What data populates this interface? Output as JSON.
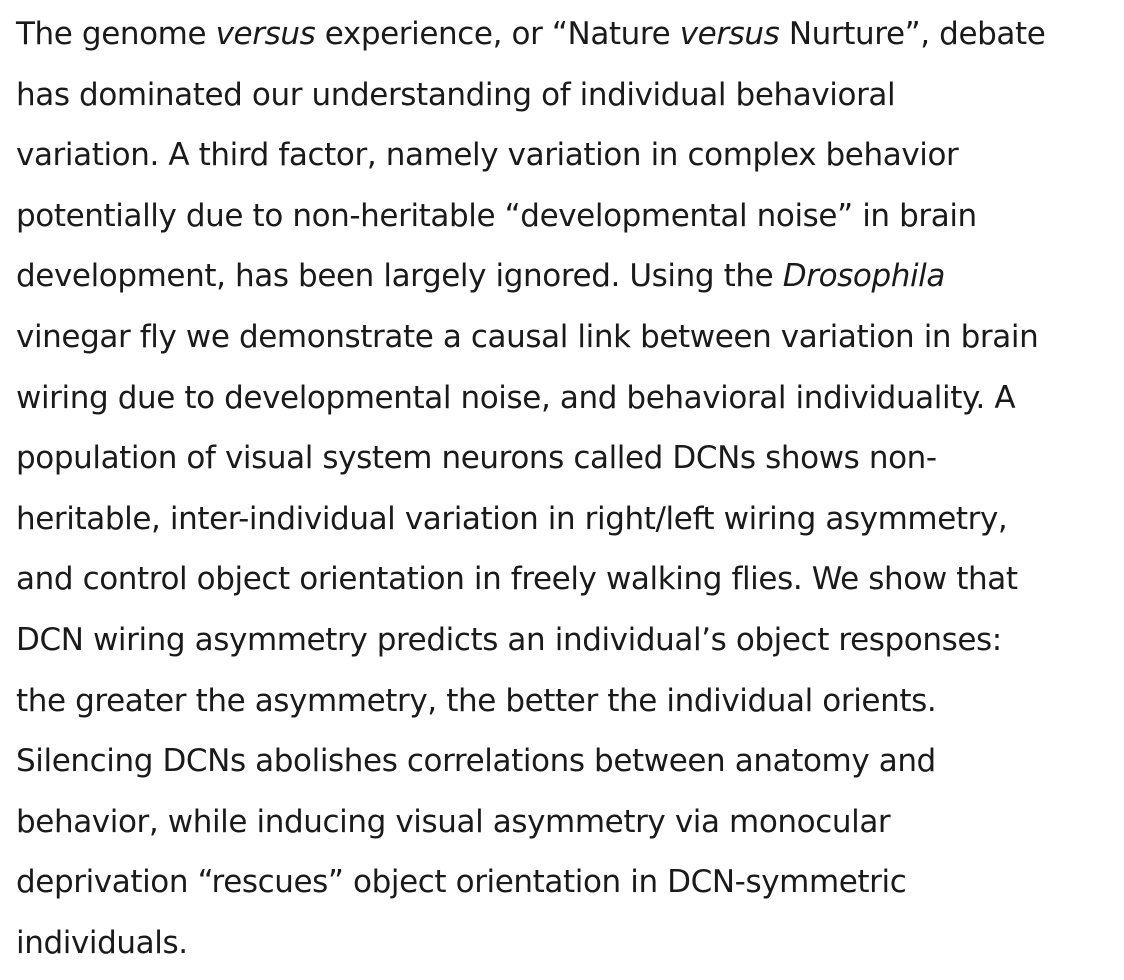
{
  "abstract": {
    "lines": [
      [
        {
          "text": "The genome ",
          "italic": false
        },
        {
          "text": "versus",
          "italic": true
        },
        {
          "text": " experience, or “Nature ",
          "italic": false
        },
        {
          "text": "versus",
          "italic": true
        },
        {
          "text": " Nurture”, debate",
          "italic": false
        }
      ],
      [
        {
          "text": "has dominated our understanding of individual behavioral",
          "italic": false
        }
      ],
      [
        {
          "text": "variation. A third factor, namely variation in complex behavior",
          "italic": false
        }
      ],
      [
        {
          "text": "potentially due to non-heritable “developmental noise” in brain",
          "italic": false
        }
      ],
      [
        {
          "text": "development, has been largely ignored. Using the ",
          "italic": false
        },
        {
          "text": "Drosophila",
          "italic": true
        }
      ],
      [
        {
          "text": "vinegar fly we demonstrate a causal link between variation in brain",
          "italic": false
        }
      ],
      [
        {
          "text": "wiring due to developmental noise, and behavioral individuality. A",
          "italic": false
        }
      ],
      [
        {
          "text": "population of visual system neurons called DCNs shows non-",
          "italic": false
        }
      ],
      [
        {
          "text": "heritable, inter-individual variation in right/left wiring asymmetry,",
          "italic": false
        }
      ],
      [
        {
          "text": "and control object orientation in freely walking flies. We show that",
          "italic": false
        }
      ],
      [
        {
          "text": "DCN wiring asymmetry predicts an individual’s object responses:",
          "italic": false
        }
      ],
      [
        {
          "text": "the greater the asymmetry, the better the individual orients.",
          "italic": false
        }
      ],
      [
        {
          "text": "Silencing DCNs abolishes correlations between anatomy and",
          "italic": false
        }
      ],
      [
        {
          "text": "behavior, while inducing visual asymmetry via monocular",
          "italic": false
        }
      ],
      [
        {
          "text": "deprivation “rescues” object orientation in DCN-symmetric",
          "italic": false
        }
      ],
      [
        {
          "text": "individuals.",
          "italic": false
        }
      ]
    ]
  }
}
